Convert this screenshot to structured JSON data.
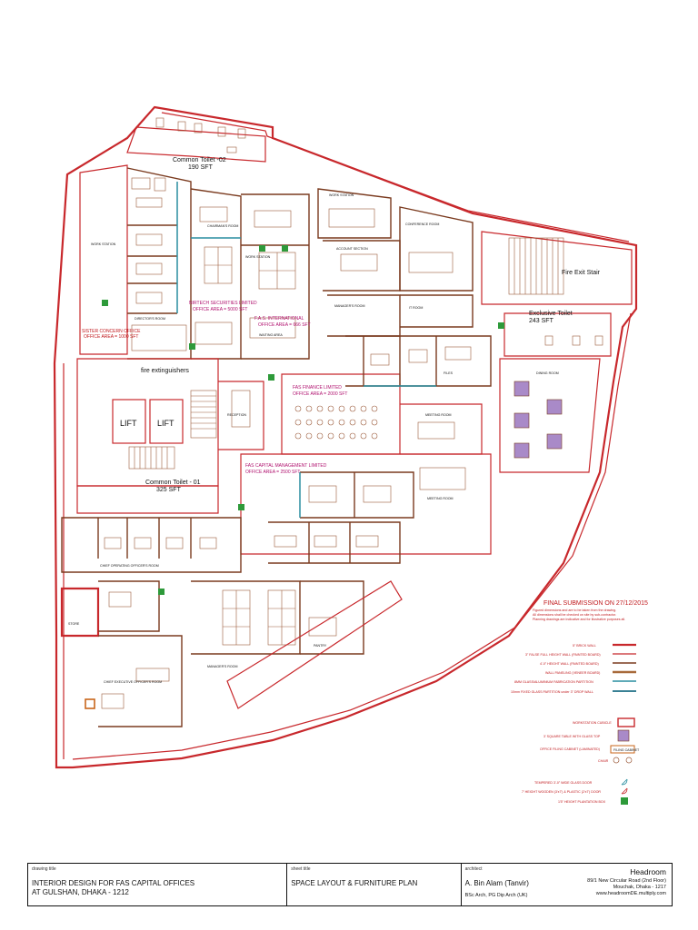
{
  "rooms": {
    "common_toilet_02": "Common Toilet -02",
    "common_toilet_02_area": "190 SFT",
    "common_toilet_01": "Common Toilet - 01",
    "common_toilet_01_area": "325 SFT",
    "exclusive_toilet": "Exclusive Toilet",
    "exclusive_toilet_area": "243 SFT",
    "fire_exit_stair": "Fire Exit Stair",
    "lift_1": "LIFT",
    "lift_2": "LIFT",
    "fire_extinguishers": "fire extinguishers",
    "nirtech": "NIRTECH SECURITIES LIMITED",
    "nirtech_area": "OFFICE AREA = 5000 SFT",
    "fas_intl": "F.A.S. INTERNATIONAL",
    "fas_intl_area": "OFFICE AREA = 666 SFT",
    "fas_finance": "FAS FINANCE LIMITED",
    "fas_finance_area": "OFFICE AREA = 2000 SFT",
    "fas_capital_mgmt": "FAS CAPITAL MANAGEMENT LIMITED",
    "fas_capital_mgmt_area": "OFFICE AREA = 2500 SFT",
    "sister_concern": "SISTER CONCERN OFFICE",
    "sister_concern_area": "OFFICE AREA = 1000 SFT",
    "work_station": "WORK STATION",
    "conference_room": "CONFERENCE ROOM",
    "dining_room": "DINING ROOM",
    "chief_executive": "CHIEF EXECUTIVE OFFICER'S ROOM",
    "chief_operating": "CHIEF OPERATING OFFICER'S ROOM",
    "waiting_area": "WAITING AREA",
    "meeting_room": "MEETING ROOM",
    "store": "STORE",
    "pantry": "PANTRY",
    "reception": "RECEPTION",
    "chairmans_room": "CHAIRMAN'S ROOM",
    "directors_room": "DIRECTOR'S ROOM",
    "account_section": "ACCOUNT SECTION",
    "managers_room": "MANAGER'S ROOM",
    "it_room": "IT ROOM",
    "files": "FILES"
  },
  "notes": {
    "submission": "FINAL SUBMISSION ON 27/12/2015",
    "note_1": "Figured dimensions and are to be taken from the drawing.",
    "note_2": "All dimensions shall be checked on site by sub-contractor.",
    "note_3": "Planning drawings are indicative and for illustrative purposes all."
  },
  "legend": {
    "items": [
      {
        "label": "5\" BRICK WALL",
        "style": "brick"
      },
      {
        "label": "3\" FALSE FULL HEIGHT WALL (PAINTED BOARD)",
        "style": "false-wall"
      },
      {
        "label": "4'-0\" HEIGHT WALL (PAINTED BOARD)",
        "style": "brown"
      },
      {
        "label": "WALL PANELING (VENEER BOARD)",
        "style": "brown-thick"
      },
      {
        "label": "8MM GLASS/ALUMINIUM FABRICATION PARTITION",
        "style": "glass"
      },
      {
        "label": "10mm FIXED GLASS PARTITION under 3\" DROP WALL",
        "style": "glass-blue"
      },
      {
        "label": "WORKSTATION CUBICLE",
        "style": "cubicle"
      },
      {
        "label": "3' SQUARE TABLE WITH GLASS TOP",
        "style": "square-table"
      },
      {
        "label": "OFFICE FILING CABINET (LAMINATED)",
        "style": "cabinet"
      },
      {
        "label": "CHAIR",
        "style": "chair"
      },
      {
        "label": "TEMPERED 3'-0\" WIDE GLASS DOOR",
        "style": "glass-door"
      },
      {
        "label": "7' HEIGHT WOODEN (3'x7') & PLASTIC (2'x7') DOOR",
        "style": "wood-door"
      },
      {
        "label": "1'5\" HEIGHT PLANTATION BOX",
        "style": "plant"
      }
    ],
    "cabinet_tag": "FILING CABINET"
  },
  "title_block": {
    "drawing_title_caption": "drawing title",
    "drawing_title_line1": "INTERIOR DESIGN FOR FAS CAPITAL OFFICES",
    "drawing_title_line2": "AT GULSHAN, DHAKA - 1212",
    "sheet_title_caption": "sheet title",
    "sheet_title": "SPACE LAYOUT  &  FURNITURE PLAN",
    "architect_caption": "architect",
    "architect_name": "A. Bin Alam (Tanvir)",
    "architect_degree": "BSc Arch, PG Dip Arch (UK)",
    "firm": "Headroom",
    "address_1": "89/1 New Circular Road (2nd Floor)",
    "address_2": "Mouchak, Dhaka - 1217",
    "website": "www.headroomDE.multiply.com"
  },
  "colors": {
    "brick_wall": "#c8282c",
    "panel_wall": "#7a3a1e",
    "glass_partition": "#2a8ea0",
    "plant_box": "#2e9a3a",
    "square_table": "#a98ac8",
    "label_magenta": "#b0106e"
  }
}
